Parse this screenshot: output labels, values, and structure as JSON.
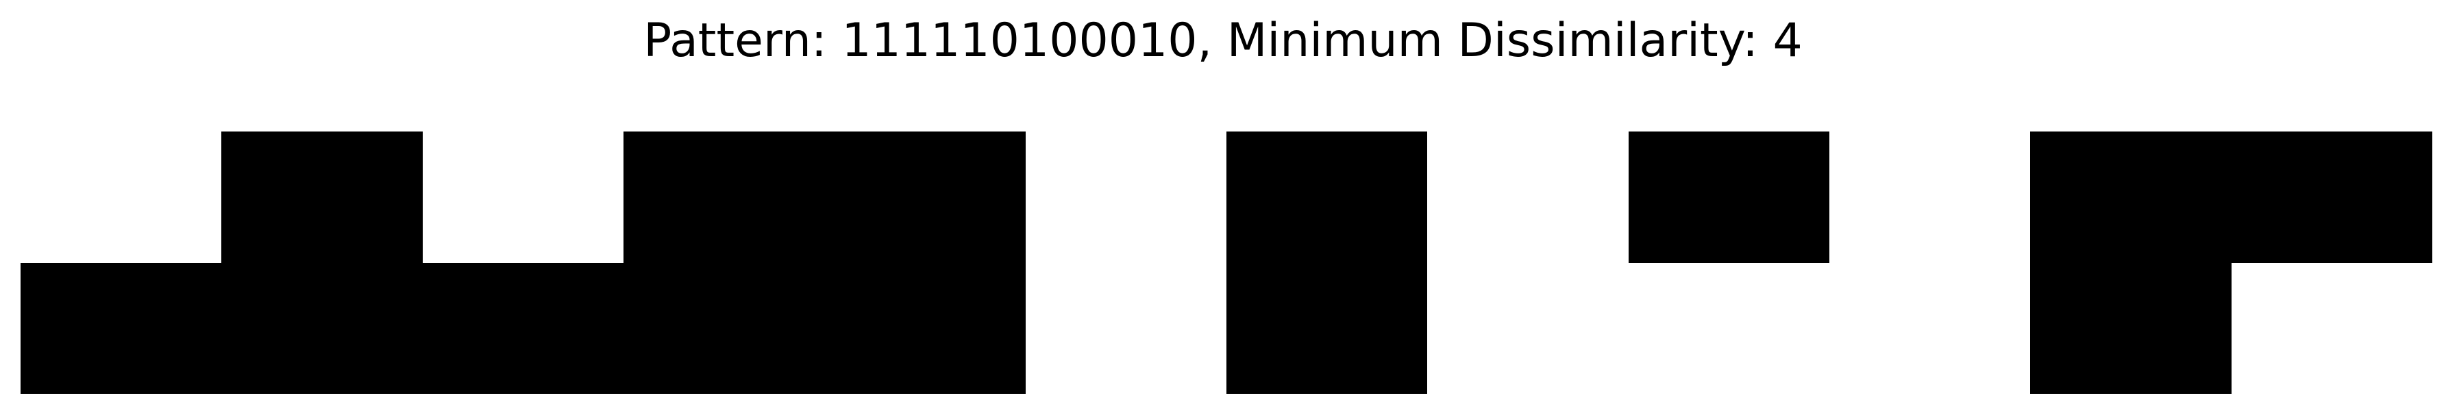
{
  "title": "Pattern: 111110100010, Minimum Dissimilarity: 4",
  "grid": {
    "rows": 2,
    "cols": 12,
    "fill_color": "#000000",
    "background_color": "#ffffff",
    "top_row": [
      0,
      1,
      0,
      1,
      1,
      0,
      1,
      0,
      1,
      0,
      1,
      1
    ],
    "bottom_row": [
      1,
      1,
      1,
      1,
      1,
      0,
      1,
      0,
      0,
      0,
      1,
      0
    ]
  }
}
